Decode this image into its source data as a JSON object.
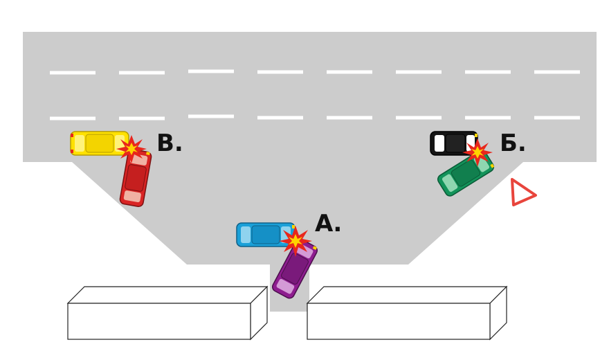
{
  "labels": {
    "a": "А.",
    "b": "Б.",
    "v": "В."
  },
  "colors": {
    "road": "#cccccc",
    "lane_marking": "#ffffff",
    "building_fill": "#ffffff",
    "building_stroke": "#222222",
    "warning_triangle": "#e8453c",
    "impact_red": "#e8261c",
    "impact_yellow": "#ffd400"
  },
  "scenes": [
    {
      "id": "a",
      "vehicles": [
        {
          "color_name": "blue",
          "body": "#1aa0d8",
          "window": "#8fd3ee"
        },
        {
          "color_name": "purple",
          "body": "#8e1d8f",
          "window": "#d49ad6"
        }
      ]
    },
    {
      "id": "b",
      "vehicles": [
        {
          "color_name": "black",
          "body": "#151515",
          "window": "#ffffff"
        },
        {
          "color_name": "green",
          "body": "#13935a",
          "window": "#8fd6b0"
        }
      ]
    },
    {
      "id": "v",
      "vehicles": [
        {
          "color_name": "yellow",
          "body": "#ffe100",
          "window": "#fff27a"
        },
        {
          "color_name": "red",
          "body": "#d92424",
          "window": "#f0b1a3"
        }
      ]
    }
  ],
  "icons": [
    "warning-triangle-icon",
    "impact-burst-icon"
  ]
}
